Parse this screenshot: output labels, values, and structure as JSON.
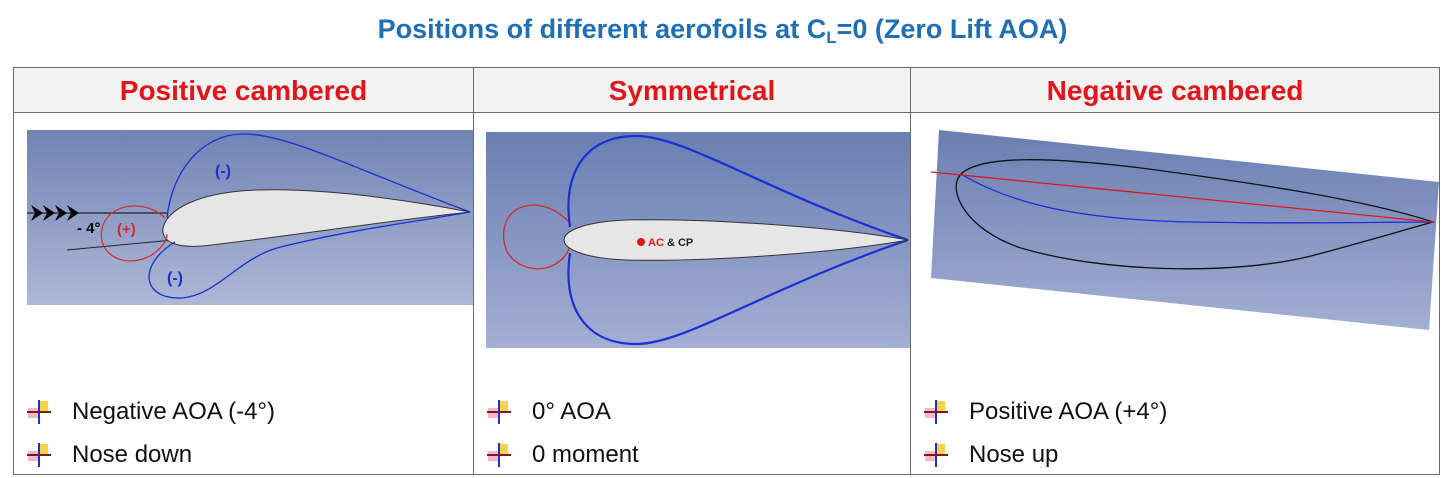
{
  "title": {
    "text": "Positions of different aerofoils at C",
    "subscript": "L",
    "suffix": "=0  (Zero Lift AOA)"
  },
  "columns": [
    {
      "heading": "Positive cambered",
      "labels": {
        "angle": "- 4°",
        "plus": "(+)",
        "minus_top": "(-)",
        "minus_bottom": "(-)"
      },
      "bullets": [
        "Negative AOA (-4°)",
        "Nose down"
      ]
    },
    {
      "heading": "Symmetrical",
      "labels": {
        "ac": "AC",
        "amp": " & CP"
      },
      "bullets": [
        "0° AOA",
        "0 moment"
      ]
    },
    {
      "heading": "Negative cambered",
      "labels": {},
      "bullets": [
        "Positive AOA (+4°)",
        "Nose up"
      ]
    }
  ],
  "colors": {
    "title": "#1f6fb4",
    "heading": "#e3151a",
    "pressure_negative": "#1a2fd6",
    "pressure_positive": "#d42b2b",
    "airfoil": "#e6e6e6"
  },
  "icons": {
    "bullet": "colored-cross-bullet-icon"
  }
}
